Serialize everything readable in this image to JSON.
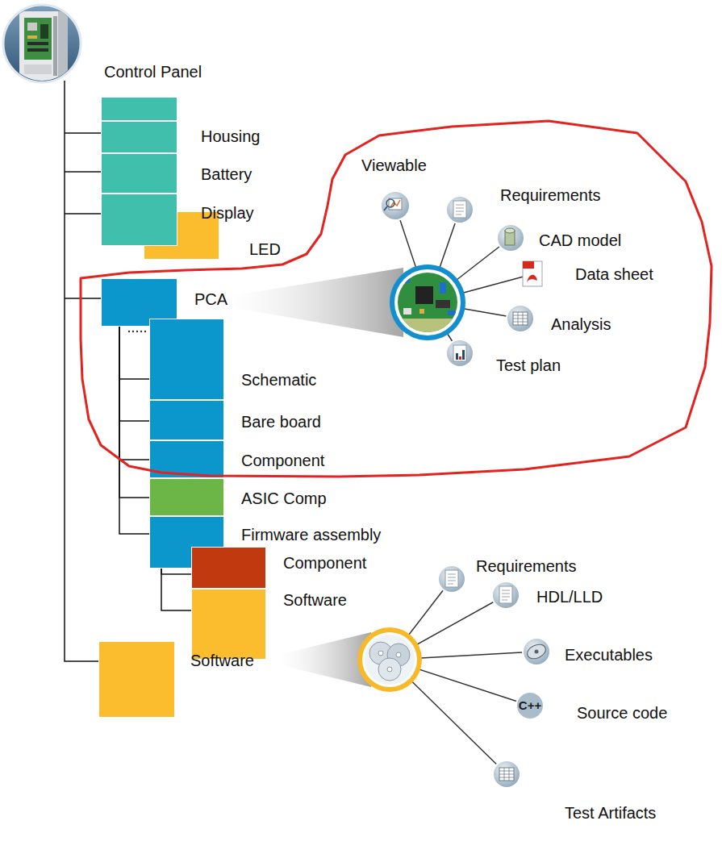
{
  "diagram": {
    "nodes": [
      {
        "text": [
          "Control Panel"
        ]
      },
      {
        "text": [
          "Housing"
        ]
      },
      {
        "text": [
          "Battery"
        ]
      },
      {
        "text": [
          "Display"
        ]
      },
      {
        "text": [
          "LED"
        ]
      },
      {
        "text": [
          "PCA"
        ]
      },
      {
        "text": [
          "Schematic"
        ]
      },
      {
        "text": [
          "Bare board"
        ]
      },
      {
        "text": [
          "Component"
        ]
      },
      {
        "text": [
          "ASIC Comp"
        ]
      },
      {
        "text": [
          "Firmware assembly"
        ]
      },
      {
        "text": [
          "Component"
        ]
      },
      {
        "text": [
          "Software"
        ]
      },
      {
        "text": [
          "Software"
        ]
      }
    ],
    "edges": [
      {
        "from": 5,
        "to": 6,
        "arrow": "none"
      },
      {
        "from": 5,
        "to": 7,
        "arrow": "none"
      },
      {
        "from": 5,
        "to": 8,
        "arrow": "none"
      },
      {
        "from": 5,
        "to": 9,
        "arrow": "none"
      },
      {
        "from": 5,
        "to": 10,
        "arrow": "none"
      },
      {
        "from": 10,
        "to": 11,
        "arrow": "none"
      },
      {
        "from": 10,
        "to": 12,
        "arrow": "none"
      }
    ],
    "labels": [
      "Viewable",
      "Requirements",
      "CAD model",
      "Data sheet",
      "Analysis",
      "Test plan",
      "Requirements",
      "HDL/LLD",
      "Executables",
      "C++",
      "Source code",
      "Test Artifacts"
    ]
  }
}
